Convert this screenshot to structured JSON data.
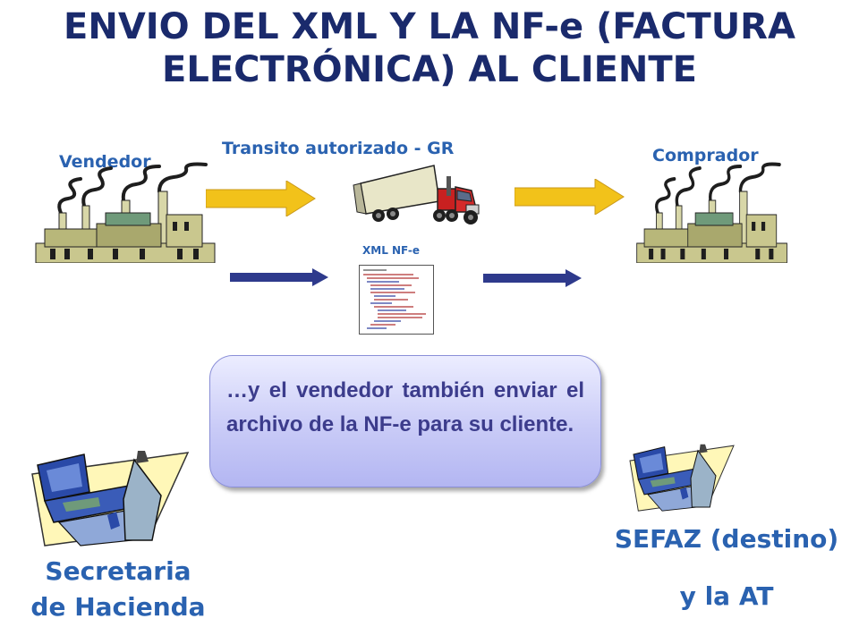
{
  "title": {
    "line1": "ENVIO DEL XML Y LA NF-e (FACTURA",
    "line2": "ELECTRÓNICA) AL CLIENTE"
  },
  "labels": {
    "seller": "Vendedor",
    "transit": "Transito autorizado - GR",
    "buyer": "Comprador",
    "xml": "XML NF-e"
  },
  "callout": {
    "text": "…y el vendedor también enviar el archivo de la NF-e para su cliente."
  },
  "tax_left": {
    "line1": "Secretaria",
    "line2": "de Hacienda"
  },
  "tax_right": {
    "line1": "SEFAZ (destino)",
    "line2": "y la AT"
  },
  "colors": {
    "title": "#1a2a6c",
    "labels": "#2a62b0",
    "yellow_arrow": "#f2c21a",
    "blue_arrow": "#2e3a8c",
    "callout_fill": "#c9cbf7"
  }
}
